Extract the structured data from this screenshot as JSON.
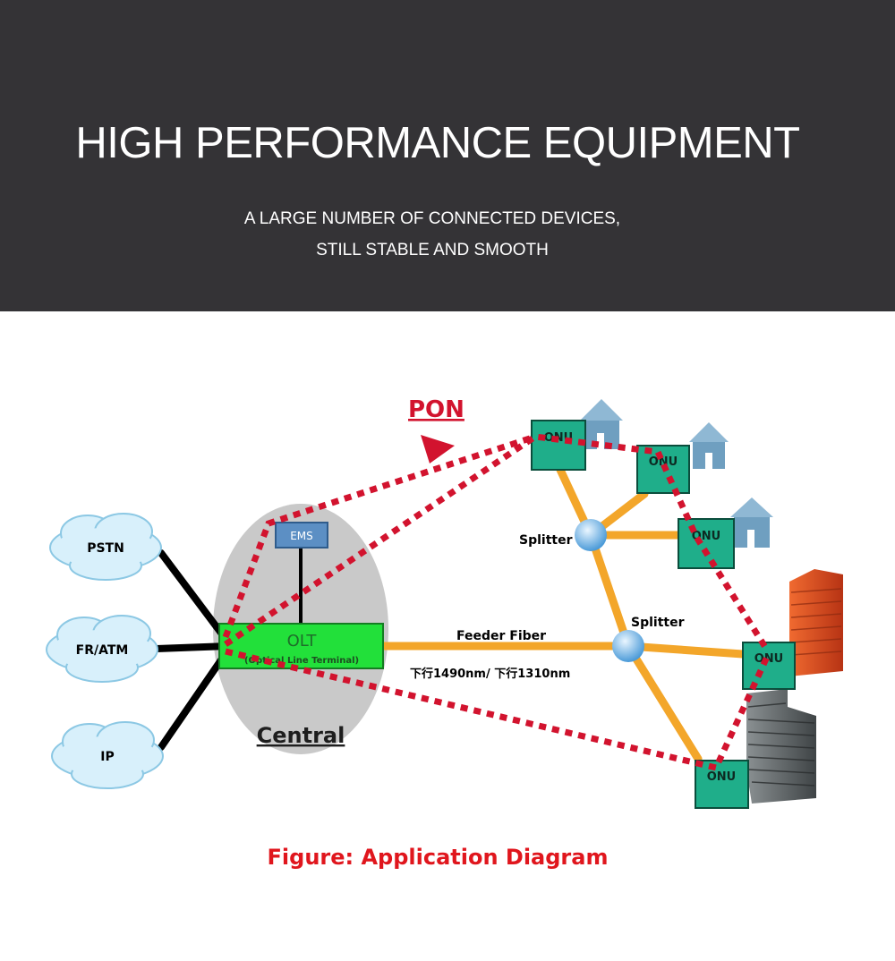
{
  "header": {
    "title": "HIGH PERFORMANCE EQUIPMENT",
    "subtitle_line1": "A LARGE NUMBER OF CONNECTED DEVICES,",
    "subtitle_line2": "STILL STABLE AND SMOOTH"
  },
  "diagram": {
    "pon_label": "PON",
    "clouds": [
      "PSTN",
      "FR/ATM",
      "IP"
    ],
    "ems_label": "EMS",
    "olt_label": "OLT",
    "olt_sublabel": "(Optical Line Terminal)",
    "central_label": "Central",
    "splitter_label": "Splitter",
    "feeder_label": "Feeder Fiber",
    "wavelength_label": "下行1490nm/ 下行1310nm",
    "onu_label": "ONU",
    "colors": {
      "onu_fill": "#1fae8a",
      "olt_fill": "#22e03a",
      "fiber": "#f3a62a",
      "pon_path": "#d2132e",
      "central_ellipse": "#c9c9c9",
      "cloud_fill": "#d8f0fb",
      "ems_fill": "#5c8fc4"
    }
  },
  "caption": {
    "text": "Figure: Application Diagram",
    "color": "#e0161d"
  }
}
